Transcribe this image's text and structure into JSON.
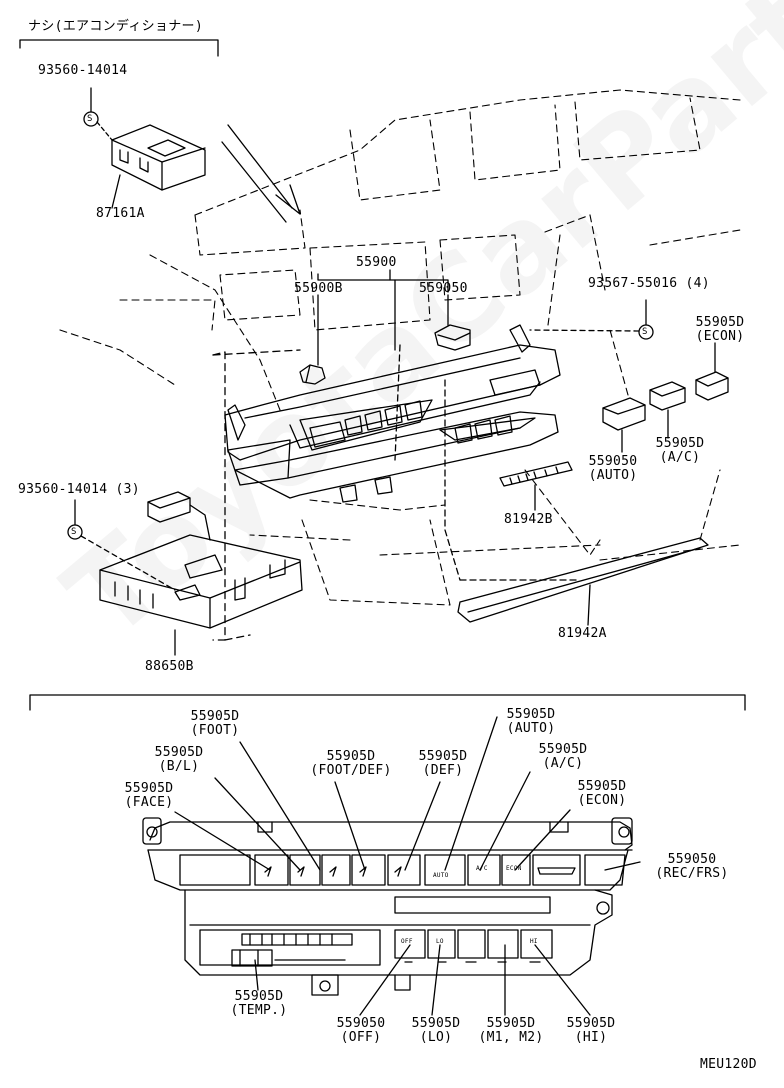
{
  "header_note": "ナシ(エアコンディショナー)",
  "watermark": "ToyotaCarPart.ru",
  "figure_code": "MEU120D",
  "upper": {
    "screw_top": "93560-14014",
    "part_87161A": "87161A",
    "part_55900": "55900",
    "part_55900B": "55900B",
    "part_559050_top": "559050",
    "screw_right": "93567-55016 (4)",
    "econ_top": {
      "code": "55905D",
      "name": "(ECON)"
    },
    "ac_top": {
      "code": "55905D",
      "name": "(A/C)"
    },
    "auto_top": {
      "code": "559050",
      "name": "(AUTO)"
    },
    "part_81942B": "81942B",
    "part_81942A": "81942A",
    "screw_left": "93560-14014 (3)",
    "part_88650B": "88650B"
  },
  "lower": {
    "foot": {
      "code": "55905D",
      "name": "(FOOT)"
    },
    "auto": {
      "code": "55905D",
      "name": "(AUTO)"
    },
    "bl": {
      "code": "55905D",
      "name": "(B/L)"
    },
    "foot_def": {
      "code": "55905D",
      "name": "(FOOT/DEF)"
    },
    "def": {
      "code": "55905D",
      "name": "(DEF)"
    },
    "ac": {
      "code": "55905D",
      "name": "(A/C)"
    },
    "face": {
      "code": "55905D",
      "name": "(FACE)"
    },
    "econ": {
      "code": "55905D",
      "name": "(ECON)"
    },
    "rec": {
      "code": "559050",
      "name": "(REC/FRS)"
    },
    "temp": {
      "code": "55905D",
      "name": "(TEMP.)"
    },
    "off": {
      "code": "559050",
      "name": "(OFF)"
    },
    "lo": {
      "code": "55905D",
      "name": "(LO)"
    },
    "m1m2": {
      "code": "55905D",
      "name": "(M1, M2)"
    },
    "hi": {
      "code": "55905D",
      "name": "(HI)"
    }
  },
  "panel_buttons": [
    "AUTO",
    "A/C",
    "ECON",
    "OFF",
    "LO",
    "HI"
  ]
}
